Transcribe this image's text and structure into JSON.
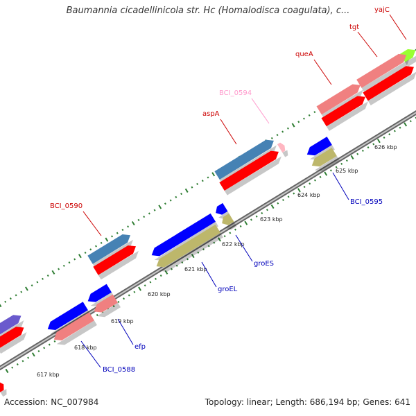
{
  "header": {
    "title": "Baumannia cicadellinicola str. Hc (Homalodisca coagulata), c..."
  },
  "footer": {
    "accession": "Accession: NC_007984",
    "summary": "Topology: linear; Length: 686,194 bp; Genes: 641"
  },
  "colors": {
    "backbone": "#8a8a8a",
    "tick": "#2e7d32",
    "gene_red": "#ff0000",
    "gene_pink": "#f08080",
    "gene_steelblue": "#4682b4",
    "gene_blue": "#0000ff",
    "gene_khaki": "#bdb76b",
    "gene_lime": "#99ff33",
    "gene_purple": "#6a5acd",
    "gene_lightpink": "#ffb6c1",
    "label_red": "#cc0000",
    "label_blue": "#0000bb",
    "label_pink": "#ff99cc"
  },
  "scale": {
    "ticks": [
      "617 kbp",
      "618 kbp",
      "619 kbp",
      "620 kbp",
      "621 kbp",
      "622 kbp",
      "623 kbp",
      "624 kbp",
      "625 kbp",
      "626 kbp"
    ]
  },
  "gene_labels": [
    {
      "name": "yajC",
      "color": "red"
    },
    {
      "name": "tgt",
      "color": "red"
    },
    {
      "name": "queA",
      "color": "red"
    },
    {
      "name": "BCI_0594",
      "color": "pink"
    },
    {
      "name": "aspA",
      "color": "red"
    },
    {
      "name": "BCI_0590",
      "color": "red"
    },
    {
      "name": "BCI_0595",
      "color": "blue"
    },
    {
      "name": "groES",
      "color": "blue"
    },
    {
      "name": "groEL",
      "color": "blue"
    },
    {
      "name": "efp",
      "color": "blue"
    },
    {
      "name": "BCI_0588",
      "color": "blue"
    }
  ]
}
